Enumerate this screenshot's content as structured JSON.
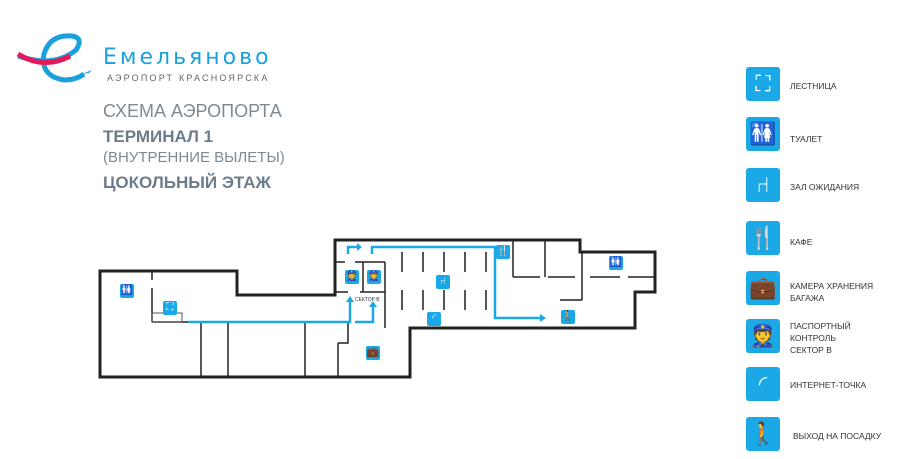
{
  "logo": {
    "name": "Емельяново",
    "subtitle": "АЭРОПОРТ КРАСНОЯРСКА"
  },
  "header": {
    "title": "СХЕМА АЭРОПОРТА",
    "terminal": "ТЕРМИНАЛ 1",
    "terminal_note": "(ВНУТРЕННИЕ ВЫЛЕТЫ)",
    "floor": "ЦОКОЛЬНЫЙ ЭТАЖ"
  },
  "map": {
    "sector_label": "СЕКТОР В"
  },
  "legend": [
    {
      "icon": "stairs-icon",
      "glyph": "⛶",
      "label": "ЛЕСТНИЦА"
    },
    {
      "icon": "toilet-icon",
      "glyph": "🚻",
      "label": "ТУАЛЕТ"
    },
    {
      "icon": "waiting-room-icon",
      "glyph": "⑁",
      "label": "ЗАЛ ОЖИДАНИЯ"
    },
    {
      "icon": "cafe-icon",
      "glyph": "🍴",
      "label": "КАФЕ"
    },
    {
      "icon": "luggage-storage-icon",
      "glyph": "💼",
      "label": "КАМЕРА ХРАНЕНИЯ БАГАЖА"
    },
    {
      "icon": "passport-control-icon",
      "glyph": "👮",
      "label": "ПАСПОРТНЫЙ КОНТРОЛЬ СЕКТОР В"
    },
    {
      "icon": "wifi-icon",
      "glyph": "◜",
      "label": "ИНТЕРНЕТ-ТОЧКА"
    },
    {
      "icon": "boarding-gate-icon",
      "glyph": "🚶",
      "label": "ВЫХОД НА ПОСАДКУ"
    }
  ],
  "colors": {
    "accent": "#1aa9e6",
    "logo_red": "#e5195a",
    "wall": "#222222"
  }
}
